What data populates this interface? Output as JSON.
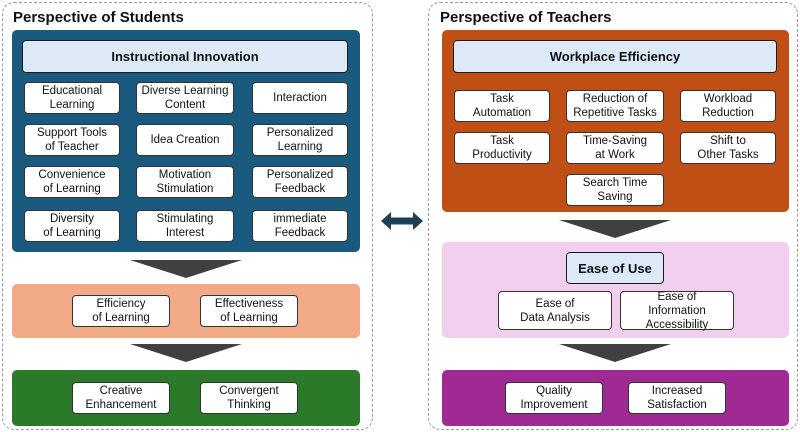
{
  "students": {
    "title": "Perspective of Students",
    "header": "Instructional Innovation",
    "cards": [
      "Educational\nLearning",
      "Diverse Learning\nContent",
      "Interaction",
      "Support Tools\nof Teacher",
      "Idea Creation",
      "Personalized\nLearning",
      "Convenience\nof Learning",
      "Motivation\nStimulation",
      "Personalized\nFeedback",
      "Diversity\nof Learning",
      "Stimulating\nInterest",
      "immediate\nFeedback"
    ],
    "middle": [
      "Efficiency\nof Learning",
      "Effectiveness\nof Learning"
    ],
    "bottom": [
      "Creative\nEnhancement",
      "Convergent\nThinking"
    ]
  },
  "teachers": {
    "title": "Perspective of Teachers",
    "header": "Workplace Efficiency",
    "cards": [
      "Task\nAutomation",
      "Reduction of\nRepetitive Tasks",
      "Workload\nReduction",
      "Task\nProductivity",
      "Time-Saving\nat Work",
      "Shift to\nOther Tasks",
      "Search Time\nSaving"
    ],
    "middle_header": "Ease of Use",
    "middle": [
      "Ease of\nData Analysis",
      "Ease of\nInformation\nAccessibility"
    ],
    "bottom": [
      "Quality\nImprovement",
      "Increased\nSatisfaction"
    ]
  },
  "colors": {
    "students_top": "#1a5a7e",
    "students_mid": "#f2a987",
    "students_bottom": "#2a7a2a",
    "teachers_top": "#c04f16",
    "teachers_mid": "#f2cfee",
    "teachers_bottom": "#a02a93",
    "arrow": "#404040",
    "connector": "#1d4052"
  },
  "icons": [
    "down-arrow-icon",
    "double-arrow-icon"
  ]
}
